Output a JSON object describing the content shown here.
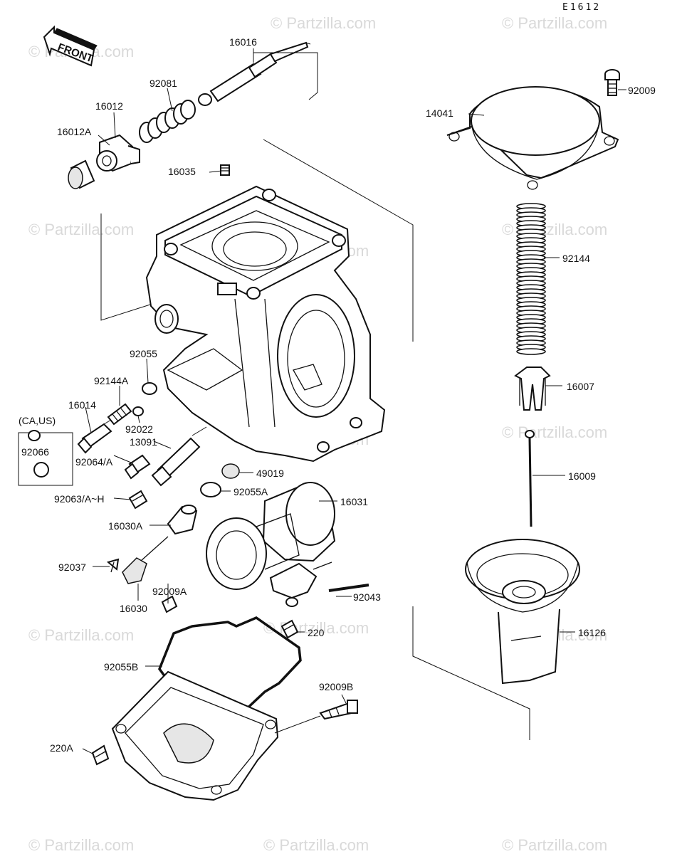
{
  "diagram": {
    "code": "E1612",
    "front_label": "FRONT",
    "watermark": "© Partzilla.com",
    "region_note": "(CA,US)",
    "labels": {
      "p16016": "16016",
      "p92081": "92081",
      "p16012": "16012",
      "p16012A": "16012A",
      "p16035": "16035",
      "p14041": "14041",
      "p92009": "92009",
      "p92144": "92144",
      "p92055": "92055",
      "p92144A": "92144A",
      "p16014": "16014",
      "p92022": "92022",
      "p92066": "92066",
      "p92064A": "92064/A",
      "p13091": "13091",
      "p16007": "16007",
      "p49019": "49019",
      "p16009": "16009",
      "p92063": "92063/A~H",
      "p92055A": "92055A",
      "p16031": "16031",
      "p16030A": "16030A",
      "p92037": "92037",
      "p92009A": "92009A",
      "p16030": "16030",
      "p92043": "92043",
      "p220": "220",
      "p16126": "16126",
      "p92055B": "92055B",
      "p92009B": "92009B",
      "p220A": "220A"
    }
  }
}
